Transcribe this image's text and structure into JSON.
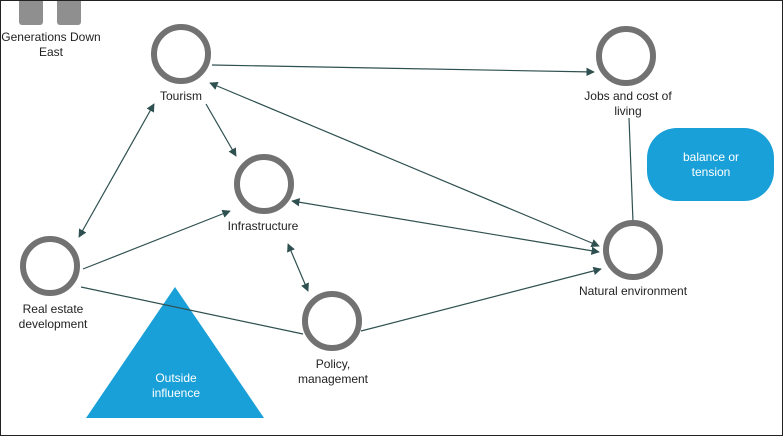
{
  "legend": {
    "group_label": "Generations Down East",
    "balance_label": "balance or tension",
    "outside_label": "Outside influence"
  },
  "nodes": {
    "tourism": "Tourism",
    "jobs": "Jobs and cost of living",
    "infrastructure": "Infrastructure",
    "real_estate": "Real estate development",
    "natural_environment": "Natural environment",
    "policy": "Policy, management"
  },
  "colors": {
    "node_ring": "#727272",
    "line": "#2f5050",
    "accent": "#1aa0d8",
    "tile": "#8f8f8f"
  }
}
